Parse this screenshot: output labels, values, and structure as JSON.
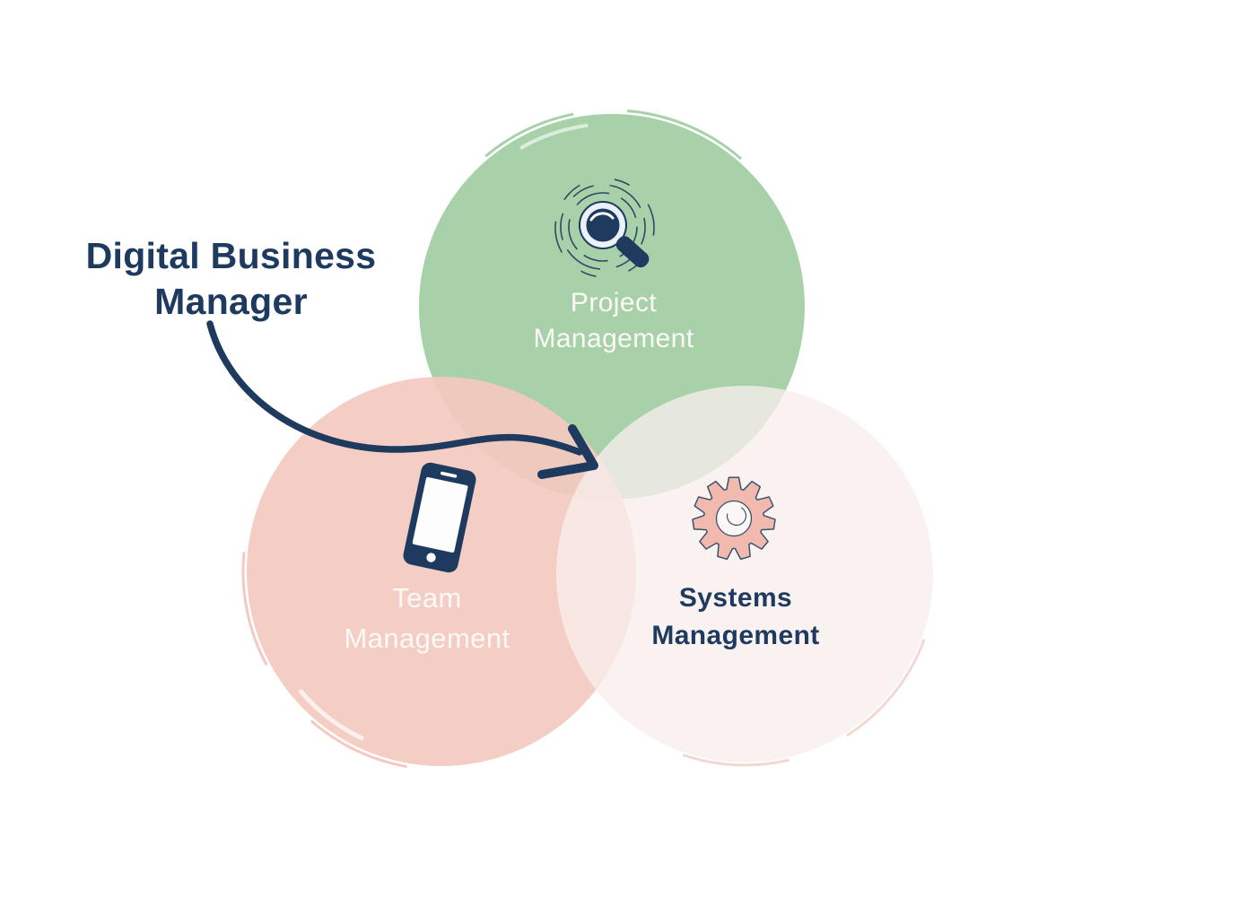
{
  "title": {
    "full": "Digital Business Manager",
    "line1": "Digital Business",
    "line2": "Manager",
    "color": "#1e3a5f"
  },
  "venn": {
    "project": {
      "label": "Project Management",
      "label_line1": "Project",
      "label_line2": "Management",
      "circle_color": "#a8d1aa",
      "label_color": "#fbf9f6",
      "icon": "magnifier-icon"
    },
    "team": {
      "label": "Team Management",
      "label_line1": "Team",
      "label_line2": "Management",
      "circle_color": "#f3c9c0",
      "label_color": "#fbf9f6",
      "icon": "smartphone-icon"
    },
    "systems": {
      "label": "Systems Management",
      "label_line1": "Systems",
      "label_line2": "Management",
      "circle_color": "#f9eeec",
      "label_color": "#1e3a5f",
      "icon": "gear-icon"
    }
  },
  "annotation": {
    "arrow_color": "#1e3a5f",
    "points_from": "Digital Business Manager",
    "points_to": "center-of-venn"
  },
  "colors": {
    "background": "#ffffff",
    "navy": "#1e3a5f",
    "gear_fill": "#f2baae",
    "gear_stroke": "#3a536b",
    "lens_ring": "#eaf1f8",
    "white_detail": "#fdfdfd"
  }
}
